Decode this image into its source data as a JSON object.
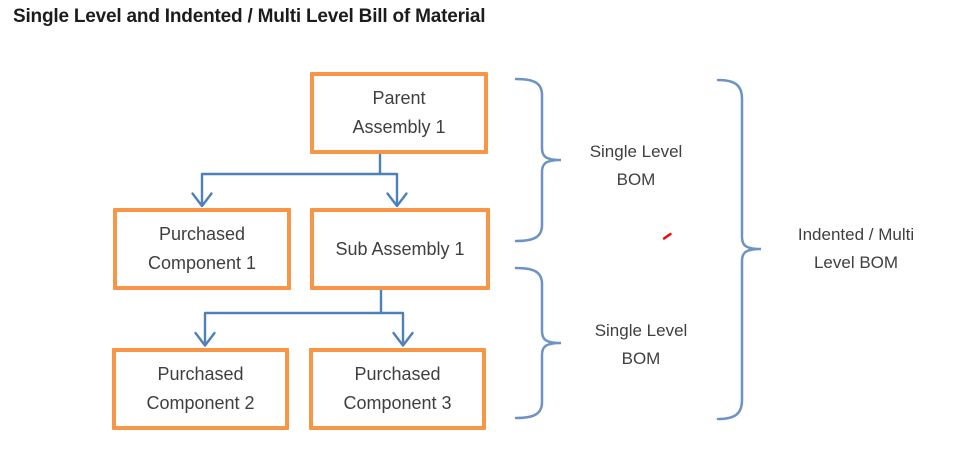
{
  "title": "Single Level and Indented / Multi Level Bill of Material",
  "colors": {
    "background": "#FFFFFF",
    "box_border": "#F79646",
    "connector": "#4E80BC",
    "brace": "#6D93C6",
    "text": "#3F3F3F",
    "title_text": "#1C1C1C",
    "red_mark": "#FB0007"
  },
  "boxes": {
    "parent": {
      "line1": "Parent",
      "line2": "Assembly 1"
    },
    "purchased1": {
      "line1": "Purchased",
      "line2": "Component 1"
    },
    "sub": {
      "line1": "Sub Assembly 1",
      "line2": ""
    },
    "purchased2": {
      "line1": "Purchased",
      "line2": "Component 2"
    },
    "purchased3": {
      "line1": "Purchased",
      "line2": "Component 3"
    }
  },
  "brace_labels": {
    "top": {
      "line1": "Single Level",
      "line2": "BOM"
    },
    "bottom": {
      "line1": "Single Level",
      "line2": "BOM"
    },
    "right": {
      "line1": "Indented / Multi",
      "line2": "Level BOM"
    }
  }
}
